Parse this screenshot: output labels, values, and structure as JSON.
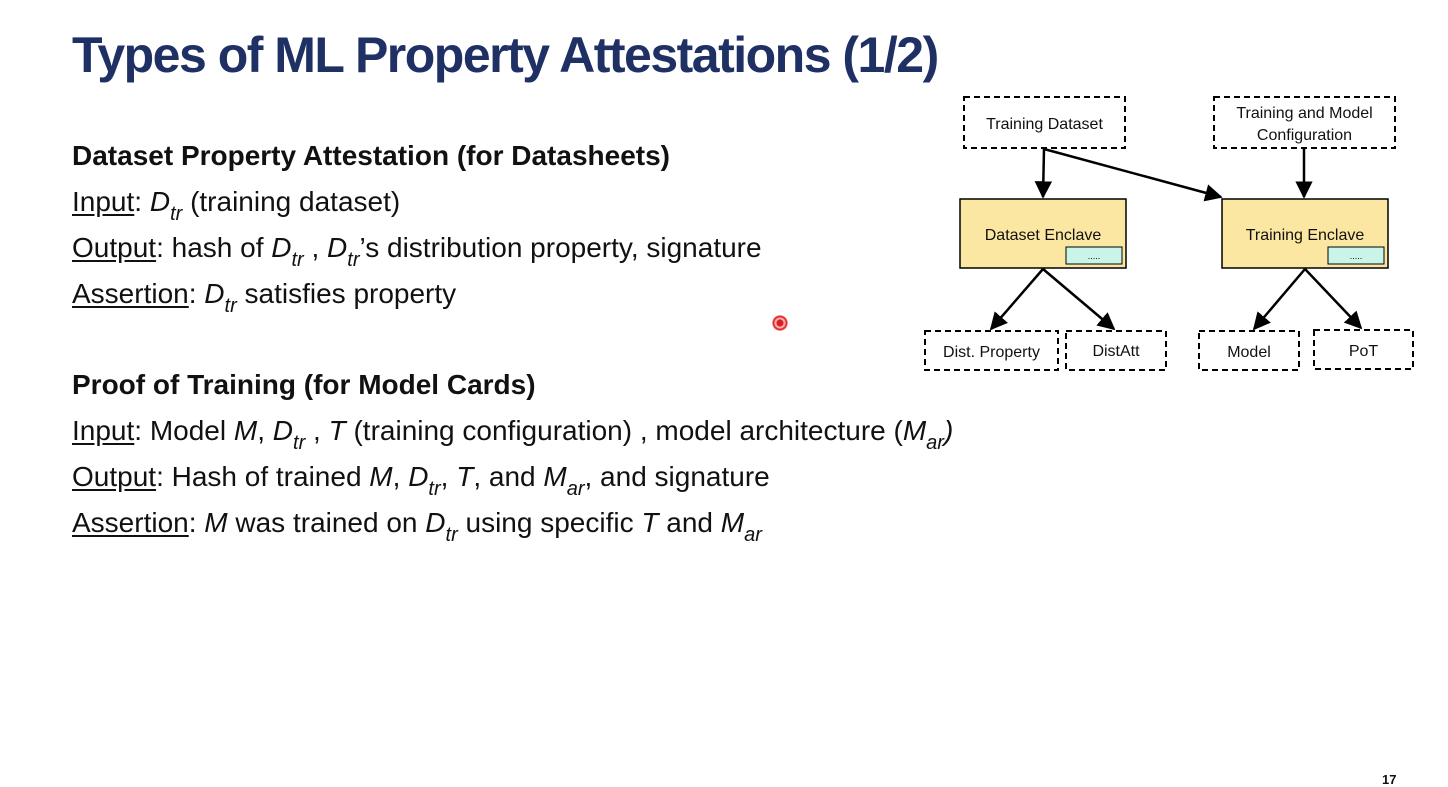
{
  "slide": {
    "title": "Types of ML Property Attestations (1/2)",
    "page_number": "17"
  },
  "section1": {
    "heading": "Dataset Property Attestation (for Datasheets)",
    "input": {
      "label": "Input",
      "sep": ": ",
      "var": "D",
      "var_sub": "tr",
      "rest": " (training dataset)"
    },
    "output": {
      "label": "Output",
      "pre": ": hash of ",
      "var1": "D",
      "var1_sub": "tr",
      "mid": " , ",
      "var2": "D",
      "var2_sub": "tr",
      "rest": "’s distribution property, signature"
    },
    "assertion": {
      "label": "Assertion",
      "sep": ": ",
      "var": "D",
      "var_sub": "tr",
      "rest": " satisfies property"
    }
  },
  "section2": {
    "heading": "Proof of Training (for Model Cards)",
    "input": {
      "label": "Input",
      "pre": ": Model ",
      "m": "M",
      "c1": ", ",
      "d": "D",
      "d_sub": "tr",
      "c2": " , ",
      "t": "T",
      "mid": " (training configuration) , model architecture (",
      "mar": "M",
      "mar_sub": "ar",
      "close": ")"
    },
    "output": {
      "label": "Output",
      "pre": ": Hash of trained ",
      "m": "M",
      "c1": ", ",
      "d": "D",
      "d_sub": "tr",
      "c2": ", ",
      "t": "T",
      "c3": ", and ",
      "mar": "M",
      "mar_sub": "ar",
      "rest": ", and signature"
    },
    "assertion": {
      "label": "Assertion",
      "sep": ": ",
      "m": "M",
      "mid1": " was trained on ",
      "d": "D",
      "d_sub": "tr",
      "mid2": " using specific ",
      "t": "T",
      "mid3": " and ",
      "mar": "M",
      "mar_sub": "ar"
    }
  },
  "diagram": {
    "training_dataset": "Training Dataset",
    "training_config_line1": "Training and Model",
    "training_config_line2": "Configuration",
    "dataset_enclave": "Dataset Enclave",
    "training_enclave": "Training Enclave",
    "enclave_inner": ".....",
    "dist_property": "Dist. Property",
    "distatt": "DistAtt",
    "model": "Model",
    "pot": "PoT",
    "colors": {
      "enclave_fill": "#fbe7a1",
      "inner_fill": "#c9f5e9",
      "title_color": "#1f3064"
    }
  }
}
